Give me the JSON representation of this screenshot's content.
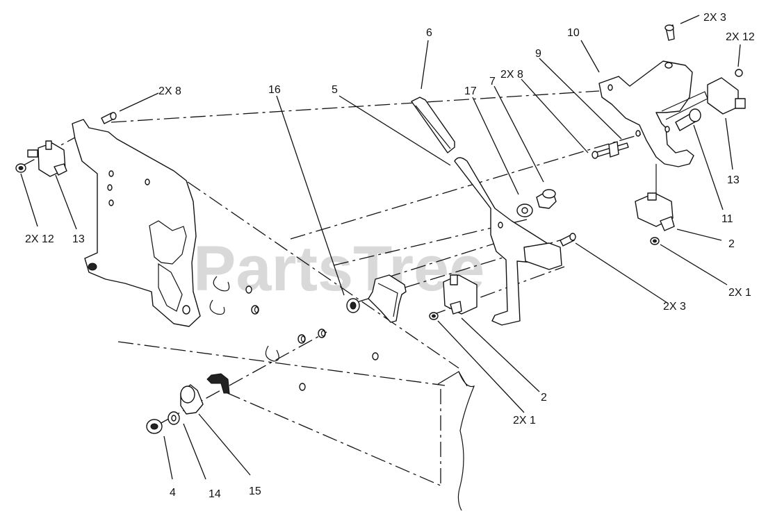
{
  "watermark": "PartsTree",
  "callouts": {
    "c_2x8_left": "2X 8",
    "c_2x12_left": "2X 12",
    "c_13_left": "13",
    "c_16": "16",
    "c_5": "5",
    "c_6": "6",
    "c_17": "17",
    "c_7": "7",
    "c_2x8_right": "2X 8",
    "c_9": "9",
    "c_10": "10",
    "c_2x3_top": "2X 3",
    "c_2x12_right": "2X 12",
    "c_13_right": "13",
    "c_11": "11",
    "c_2_right": "2",
    "c_2x1_right": "2X 1",
    "c_2x3_mid": "2X 3",
    "c_2_mid": "2",
    "c_2x1_mid": "2X 1",
    "c_4": "4",
    "c_14": "14",
    "c_15": "15"
  }
}
